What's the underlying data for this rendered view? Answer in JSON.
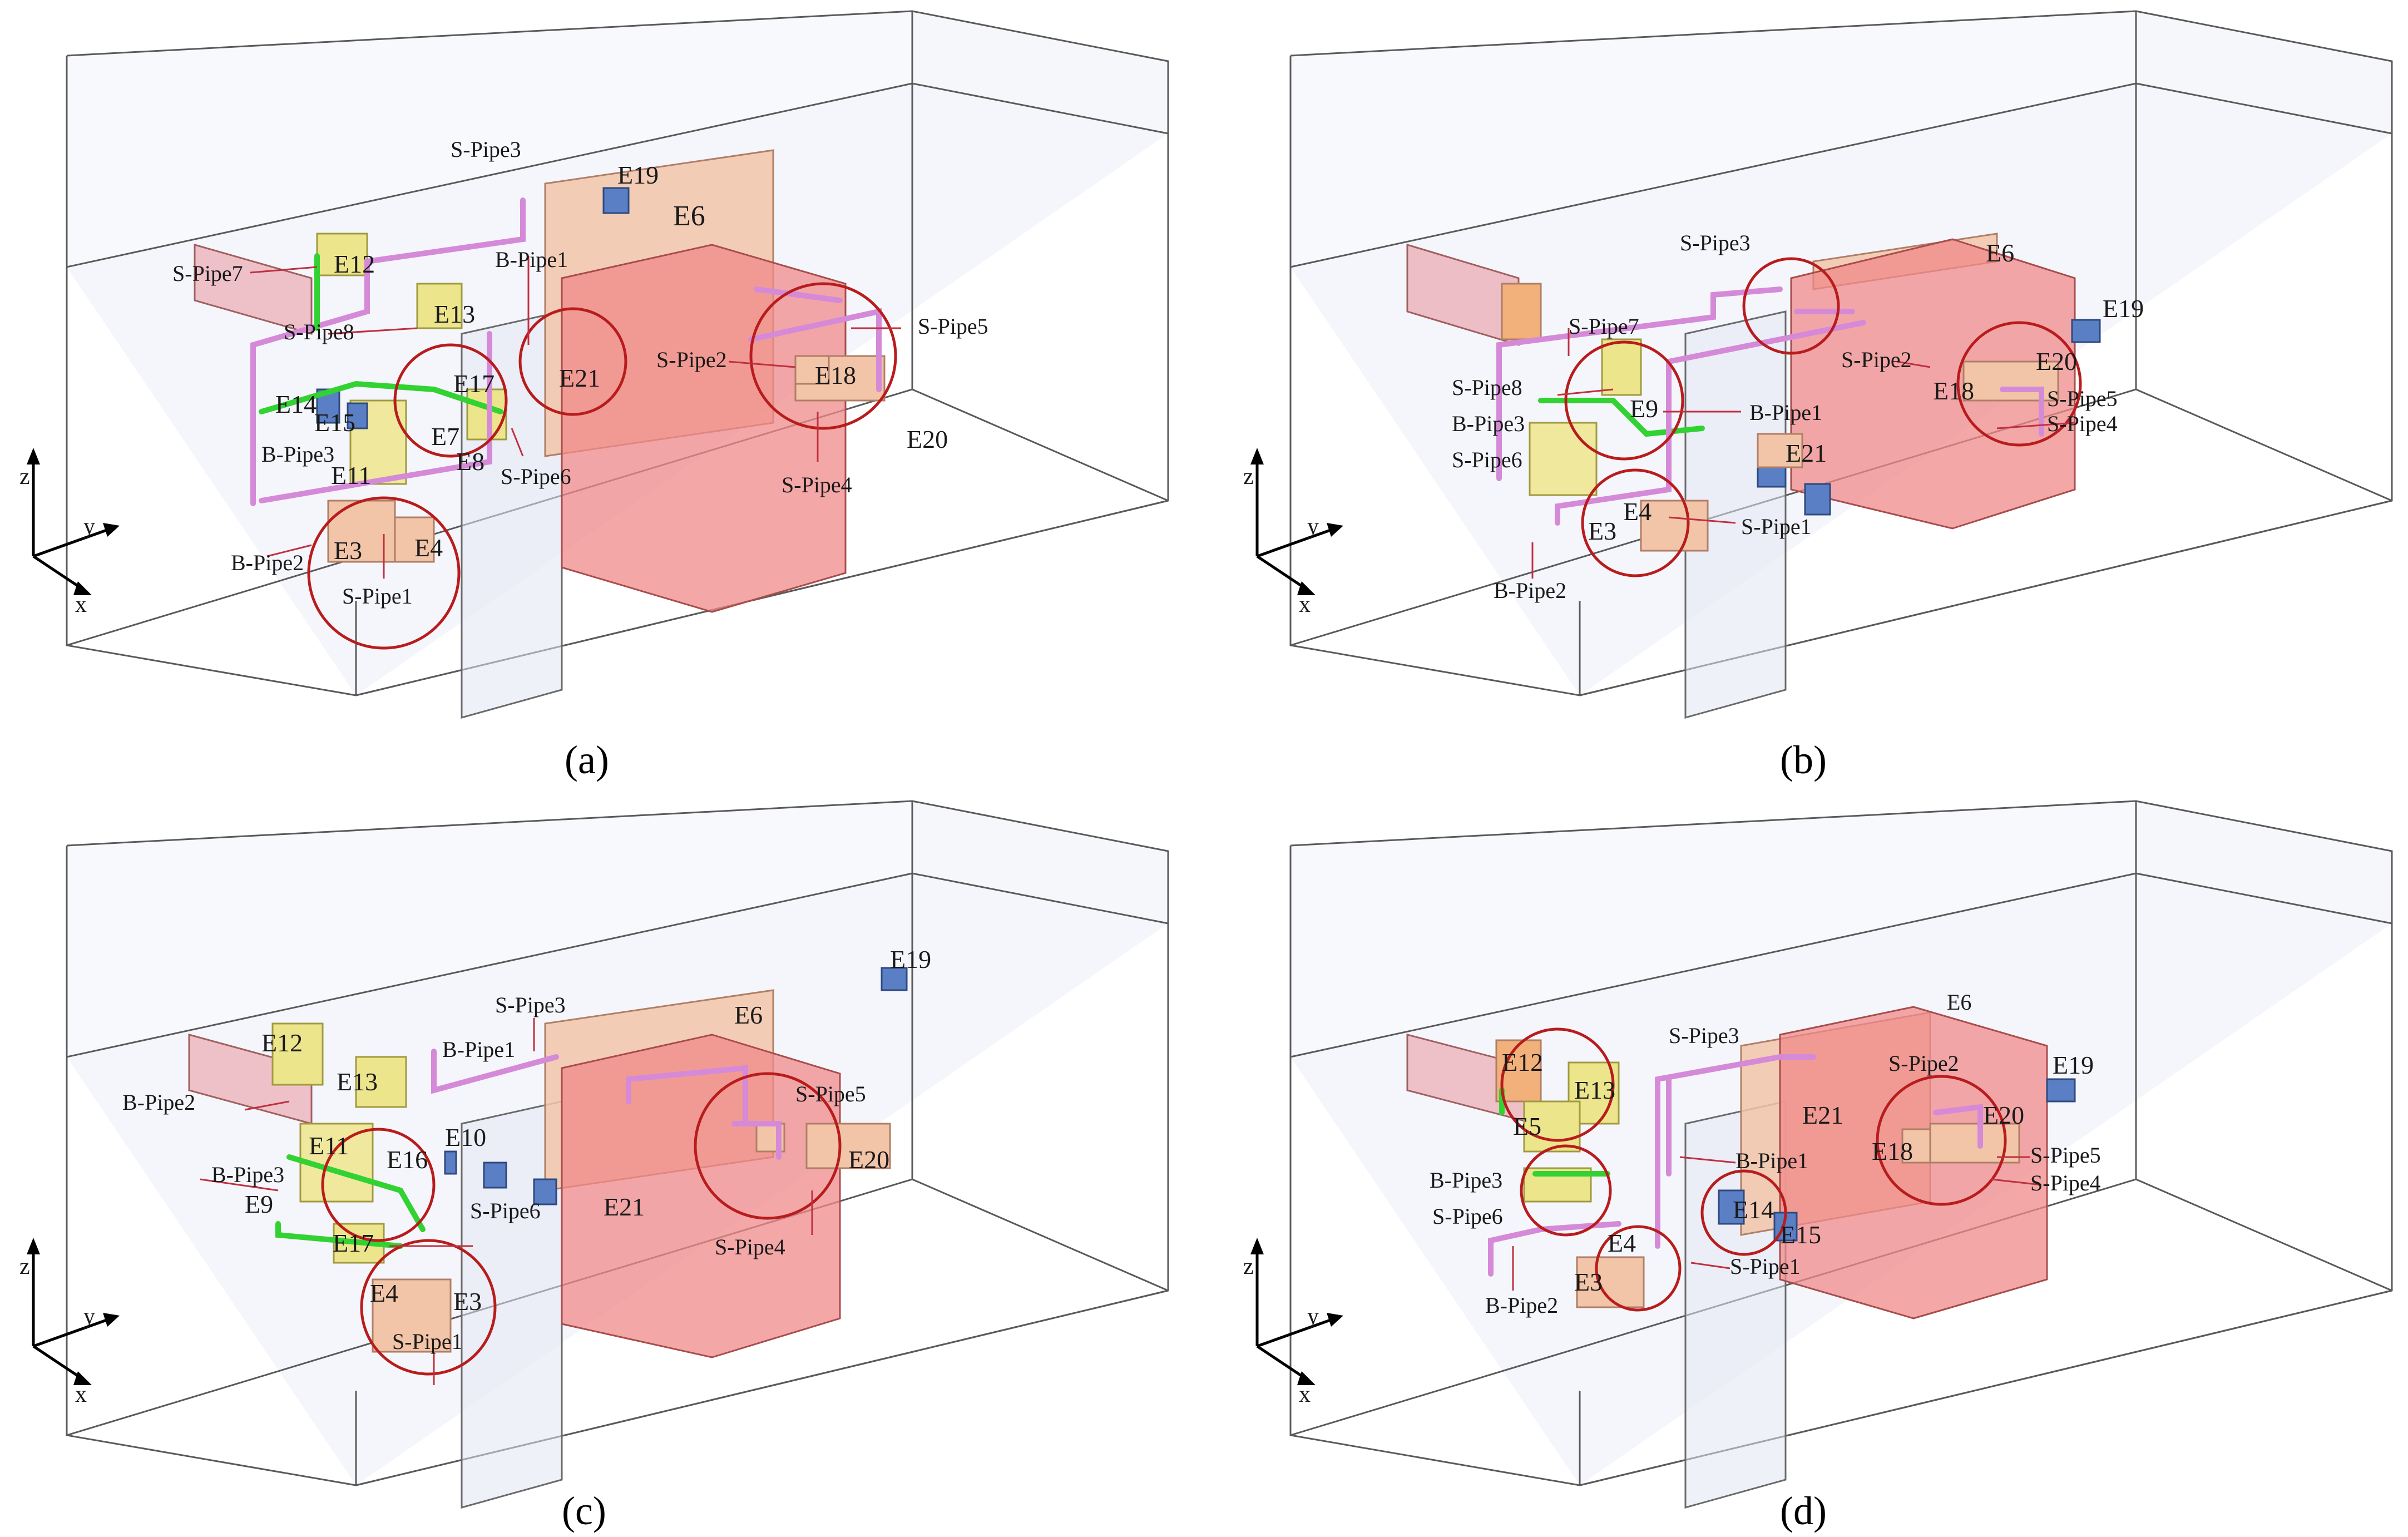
{
  "figure": {
    "panels": [
      {
        "id": "a",
        "caption": "(a)",
        "labels": [
          "S-Pipe3",
          "E19",
          "E6",
          "S-Pipe7",
          "E12",
          "B-Pipe1",
          "E13",
          "S-Pipe8",
          "S-Pipe5",
          "S-Pipe2",
          "E18",
          "E21",
          "E17",
          "E14",
          "E15",
          "E7",
          "E8",
          "B-Pipe3",
          "S-Pipe6",
          "E20",
          "E11",
          "S-Pipe4",
          "E3",
          "E4",
          "B-Pipe2",
          "S-Pipe1"
        ]
      },
      {
        "id": "b",
        "caption": "(b)",
        "labels": [
          "S-Pipe3",
          "E6",
          "E19",
          "S-Pipe7",
          "S-Pipe2",
          "E20",
          "S-Pipe8",
          "E18",
          "S-Pipe5",
          "B-Pipe3",
          "E9",
          "B-Pipe1",
          "S-Pipe4",
          "S-Pipe6",
          "E21",
          "E4",
          "E3",
          "S-Pipe1",
          "B-Pipe2"
        ]
      },
      {
        "id": "c",
        "caption": "(c)",
        "labels": [
          "E19",
          "S-Pipe3",
          "E6",
          "E12",
          "B-Pipe1",
          "E13",
          "B-Pipe2",
          "S-Pipe5",
          "E11",
          "E16",
          "E10",
          "E20",
          "B-Pipe3",
          "E9",
          "S-Pipe6",
          "E21",
          "S-Pipe4",
          "E17",
          "E4",
          "E3",
          "S-Pipe1"
        ]
      },
      {
        "id": "d",
        "caption": "(d)",
        "labels": [
          "E6",
          "S-Pipe3",
          "S-Pipe2",
          "E19",
          "E12",
          "E13",
          "E5",
          "E21",
          "E20",
          "B-Pipe1",
          "E18",
          "S-Pipe5",
          "B-Pipe3",
          "S-Pipe4",
          "S-Pipe6",
          "E14",
          "E15",
          "E4",
          "S-Pipe1",
          "E3",
          "B-Pipe2"
        ]
      }
    ],
    "axes": {
      "x": "x",
      "y": "y",
      "z": "z"
    },
    "colors": {
      "room_edge": "#5a5a5a",
      "room_fill": "#eceef8",
      "big_box": "#f08a8a",
      "tan_box": "#f2c4a8",
      "pink_box": "#ecb4bc",
      "yellow_box": "#ede58c",
      "blue_box": "#5b7fc4",
      "green_pipe": "#32d232",
      "violet_pipe": "#d58ad8",
      "highlight_circle": "#b81c1c"
    }
  }
}
